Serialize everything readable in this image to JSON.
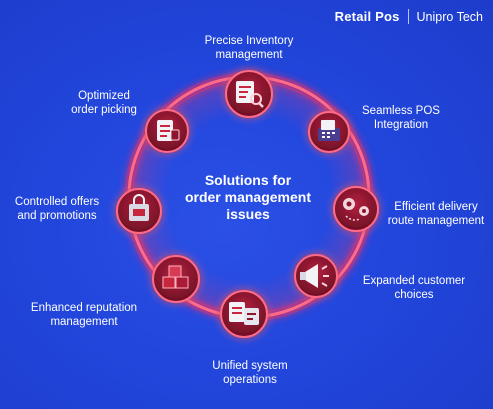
{
  "brand": {
    "primary": "Retail Pos",
    "secondary": "Unipro Tech"
  },
  "center": {
    "line1": "Solutions for",
    "line2": "order management",
    "line3": "issues"
  },
  "nodes": [
    {
      "label1": "Precise Inventory",
      "label2": "management",
      "icon": "inventory-report-icon"
    },
    {
      "label1": "Seamless POS",
      "label2": "Integration",
      "icon": "pos-terminal-icon"
    },
    {
      "label1": "Efficient delivery",
      "label2": "route management",
      "icon": "delivery-route-icon"
    },
    {
      "label1": "Expanded customer",
      "label2": "choices",
      "icon": "megaphone-icon"
    },
    {
      "label1": "Unified system",
      "label2": "operations",
      "icon": "documents-icon"
    },
    {
      "label1": "Enhanced reputation",
      "label2": "management",
      "icon": "boxes-icon"
    },
    {
      "label1": "Controlled offers",
      "label2": "and promotions",
      "icon": "shopping-bag-icon"
    },
    {
      "label1": "Optimized",
      "label2": "order picking",
      "icon": "order-list-icon"
    }
  ],
  "colors": {
    "background": "#2246dc",
    "ring": "#ff4d6d",
    "node": "#8c1530",
    "text": "#ffffff"
  }
}
